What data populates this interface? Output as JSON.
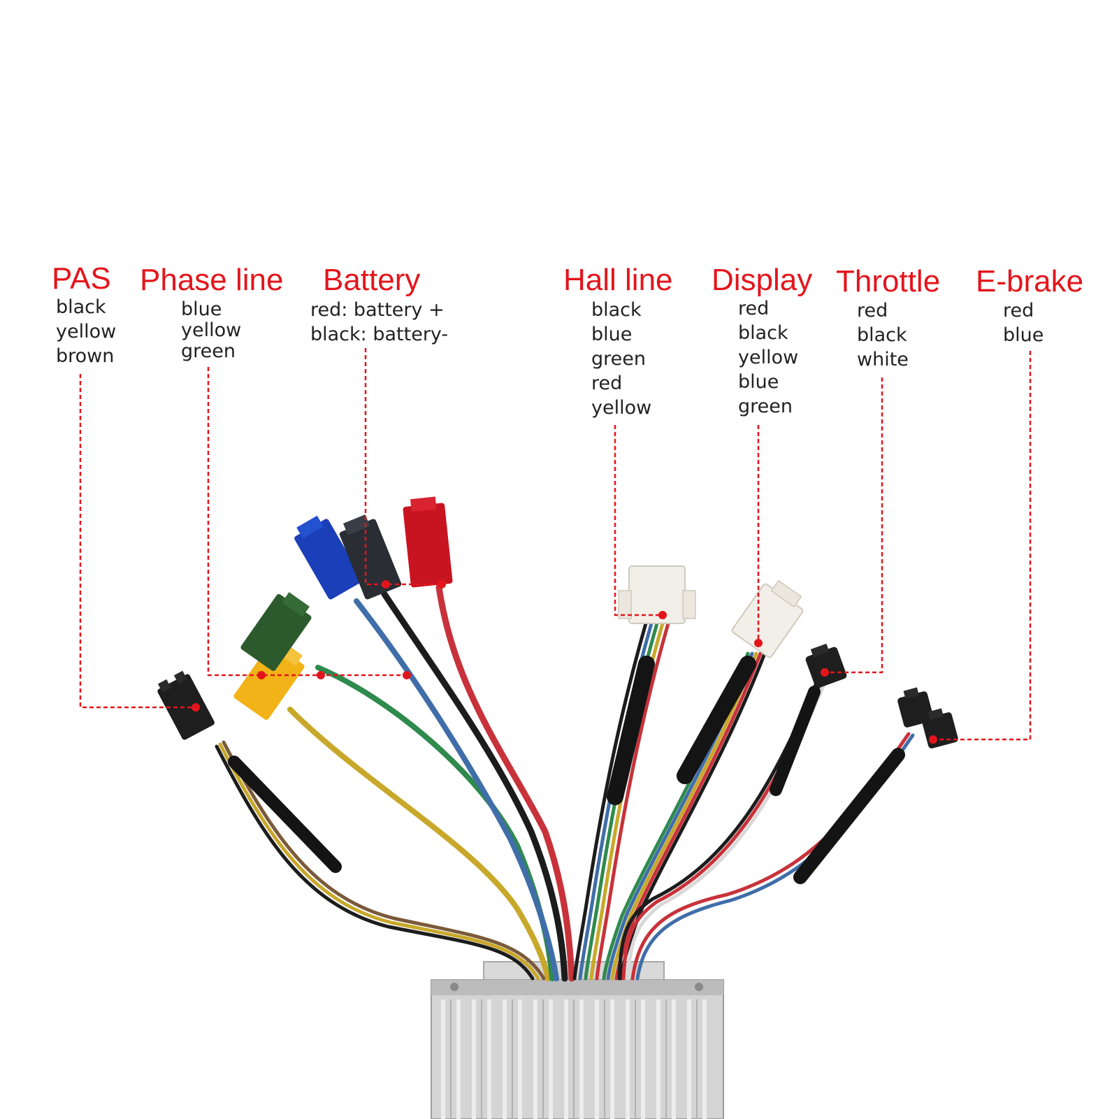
{
  "colors": {
    "label_red": "#e3151c",
    "text_dark": "#222222",
    "wire_red": "#c8323a",
    "wire_black": "#1c1c1c",
    "wire_blue": "#3f6ea8",
    "wire_green": "#2f8a4e",
    "wire_yellow": "#c8a82a",
    "wire_brown": "#7a5a3a",
    "wire_white": "#e8e8e8",
    "housing": "#cfcfcf"
  },
  "groups": [
    {
      "id": "pas",
      "title": "PAS",
      "wires": [
        "black",
        "yellow",
        "brown"
      ]
    },
    {
      "id": "phase",
      "title": "Phase line",
      "wires": [
        "blue",
        "yellow",
        "green"
      ]
    },
    {
      "id": "battery",
      "title": "Battery",
      "wires": [
        "red: battery +",
        "black: battery-"
      ]
    },
    {
      "id": "hall",
      "title": "Hall line",
      "wires": [
        "black",
        "blue",
        "green",
        "red",
        "yellow"
      ]
    },
    {
      "id": "display",
      "title": "Display",
      "wires": [
        "red",
        "black",
        "yellow",
        "blue",
        "green"
      ]
    },
    {
      "id": "throttle",
      "title": "Throttle",
      "wires": [
        "red",
        "black",
        "white"
      ]
    },
    {
      "id": "ebrake",
      "title": "E-brake",
      "wires": [
        "red",
        "blue"
      ]
    }
  ]
}
